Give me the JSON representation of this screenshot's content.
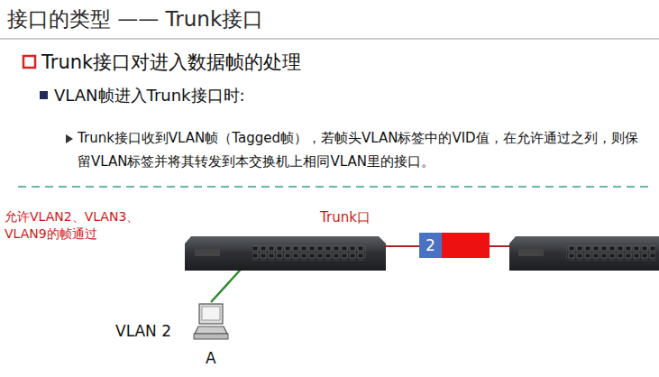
{
  "diagram": {
    "title": "接口的类型 —— Trunk接口",
    "nodes": [
      {
        "text": [
          "2"
        ]
      }
    ],
    "labels": [
      "Trunk接口对进入数据帧的处理",
      "VLAN帧进入Trunk接口时:",
      "Trunk接口收到VLAN帧（Tagged帧），若帧头VLAN标签中的VID值，在允许通过之列，则保留VLAN标签并将其转发到本交换机上相同VLAN里的接口。",
      "允许VLAN2、VLAN3、VLAN9的帧通过",
      "Trunk口",
      "VLAN 2",
      "A"
    ]
  }
}
